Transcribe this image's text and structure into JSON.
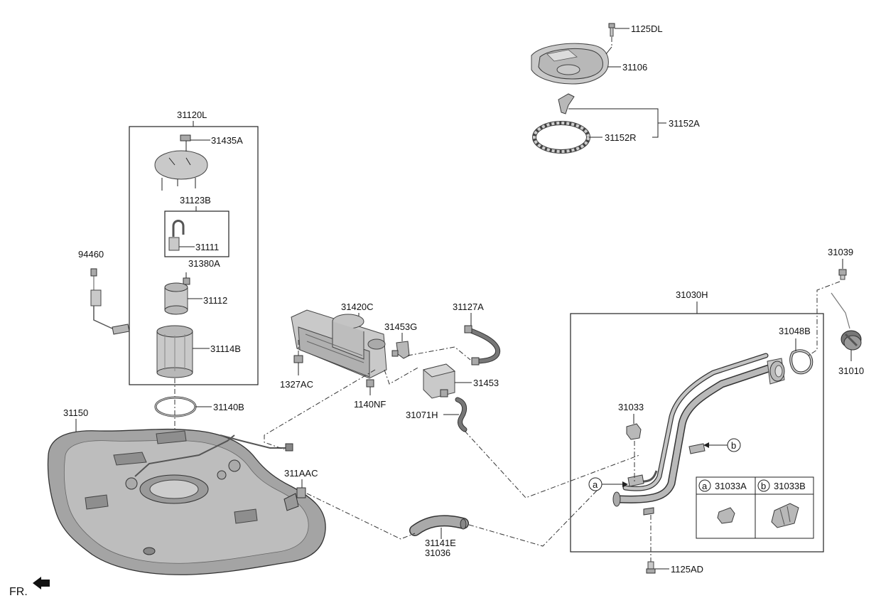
{
  "labels": {
    "p1125DL": "1125DL",
    "p31106": "31106",
    "p31152A": "31152A",
    "p31152R": "31152R",
    "p31120L": "31120L",
    "p31435A": "31435A",
    "p31123B": "31123B",
    "p31111": "31111",
    "p31380A": "31380A",
    "p31112": "31112",
    "p31114B": "31114B",
    "p94460": "94460",
    "p31140B": "31140B",
    "p31150": "31150",
    "p31420C": "31420C",
    "p31453G": "31453G",
    "p31127A": "31127A",
    "p1327AC": "1327AC",
    "p1140NF": "1140NF",
    "p31453": "31453",
    "p31071H": "31071H",
    "p311AAC": "311AAC",
    "p31141E": "31141E",
    "p31036": "31036",
    "p31039": "31039",
    "p31030H": "31030H",
    "p31048B": "31048B",
    "p31010": "31010",
    "p31033": "31033",
    "p1125AD": "1125AD",
    "p31033A": "31033A",
    "p31033B": "31033B"
  },
  "callouts": {
    "a": "a",
    "b": "b"
  },
  "direction": {
    "text": "FR."
  }
}
